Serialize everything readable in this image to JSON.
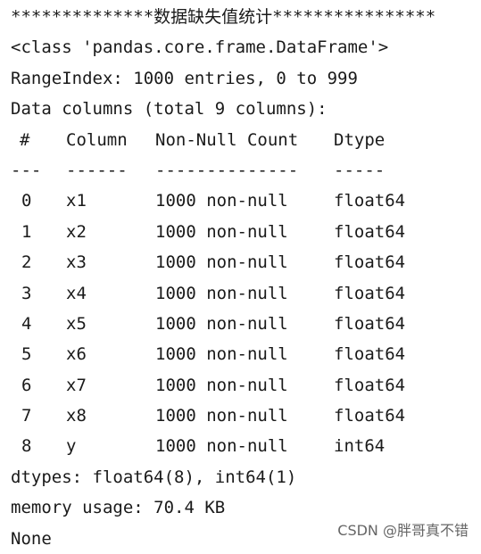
{
  "banner": "**************数据缺失值统计****************",
  "class_line": "<class 'pandas.core.frame.DataFrame'>",
  "range_index": "RangeIndex: 1000 entries, 0 to 999",
  "data_columns": "Data columns (total 9 columns):",
  "headers": {
    "idx": "#",
    "column": "Column",
    "non_null": "Non-Null Count",
    "dtype": "Dtype"
  },
  "dashes": {
    "idx": "---",
    "column": "------",
    "non_null": "--------------",
    "dtype": "-----"
  },
  "rows": [
    {
      "idx": "0",
      "column": "x1",
      "non_null": "1000 non-null",
      "dtype": "float64"
    },
    {
      "idx": "1",
      "column": "x2",
      "non_null": "1000 non-null",
      "dtype": "float64"
    },
    {
      "idx": "2",
      "column": "x3",
      "non_null": "1000 non-null",
      "dtype": "float64"
    },
    {
      "idx": "3",
      "column": "x4",
      "non_null": "1000 non-null",
      "dtype": "float64"
    },
    {
      "idx": "4",
      "column": "x5",
      "non_null": "1000 non-null",
      "dtype": "float64"
    },
    {
      "idx": "5",
      "column": "x6",
      "non_null": "1000 non-null",
      "dtype": "float64"
    },
    {
      "idx": "6",
      "column": "x7",
      "non_null": "1000 non-null",
      "dtype": "float64"
    },
    {
      "idx": "7",
      "column": "x8",
      "non_null": "1000 non-null",
      "dtype": "float64"
    },
    {
      "idx": "8",
      "column": "y",
      "non_null": "1000 non-null",
      "dtype": "int64"
    }
  ],
  "dtypes_line": "dtypes: float64(8), int64(1)",
  "memory_line": "memory usage: 70.4 KB",
  "none_line": "None",
  "watermark": "CSDN @胖哥真不错"
}
